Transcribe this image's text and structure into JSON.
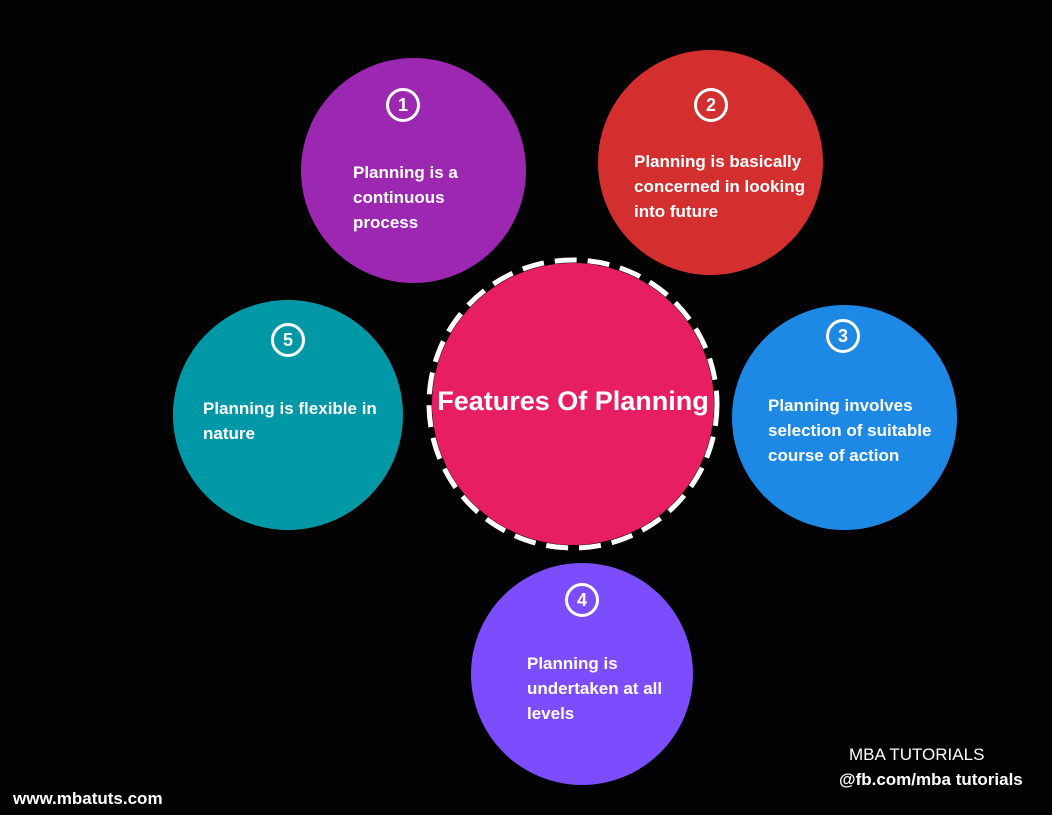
{
  "center": {
    "title": "Features Of Planning",
    "color": "#e81e63"
  },
  "features": [
    {
      "number": "1",
      "text": "Planning is a\ncontinuous\nprocess",
      "color": "#9c27b0"
    },
    {
      "number": "2",
      "text": "Planning is basically\nconcerned in looking\n into future",
      "color": "#d32f2f"
    },
    {
      "number": "3",
      "text": "Planning involves\nselection of suitable\ncourse of action",
      "color": "#1e88e5"
    },
    {
      "number": "4",
      "text": "Planning is\nundertaken at all\n levels",
      "color": "#7c4dff"
    },
    {
      "number": "5",
      "text": "Planning is flexible in\nnature",
      "color": "#0097a7"
    }
  ],
  "footer": {
    "website": "www.mbatuts.com",
    "brand": "MBA TUTORIALS",
    "facebook": "@fb.com/mba tutorials"
  },
  "colors": {
    "background": "#020202",
    "ring": "#ffffff"
  }
}
